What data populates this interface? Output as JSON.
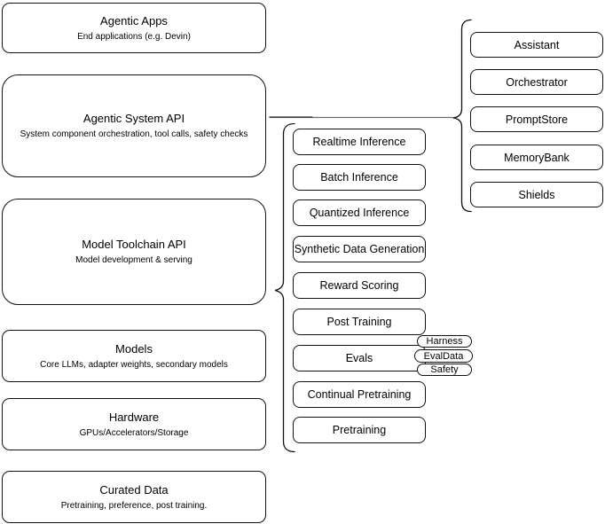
{
  "left_stack": [
    {
      "title": "Agentic Apps",
      "subtitle": "End applications (e.g. Devin)"
    },
    {
      "title": "Agentic System API",
      "subtitle": "System component orchestration, tool calls, safety checks"
    },
    {
      "title": "Model Toolchain API",
      "subtitle": "Model development & serving"
    },
    {
      "title": "Models",
      "subtitle": "Core LLMs, adapter weights, secondary models"
    },
    {
      "title": "Hardware",
      "subtitle": "GPUs/Accelerators/Storage"
    },
    {
      "title": "Curated Data",
      "subtitle": "Pretraining, preference, post training."
    }
  ],
  "toolchain_items": [
    "Realtime Inference",
    "Batch Inference",
    "Quantized Inference",
    "Synthetic Data Generation",
    "Reward Scoring",
    "Post Training",
    "Evals",
    "Continual Pretraining",
    "Pretraining"
  ],
  "evals_tags": [
    "Harness",
    "EvalData",
    "Safety"
  ],
  "system_components": [
    "Assistant",
    "Orchestrator",
    "PromptStore",
    "MemoryBank",
    "Shields"
  ],
  "colors": {
    "stroke": "#000000",
    "background": "#ffffff",
    "text": "#000000",
    "connector": "#6e6e6e"
  }
}
